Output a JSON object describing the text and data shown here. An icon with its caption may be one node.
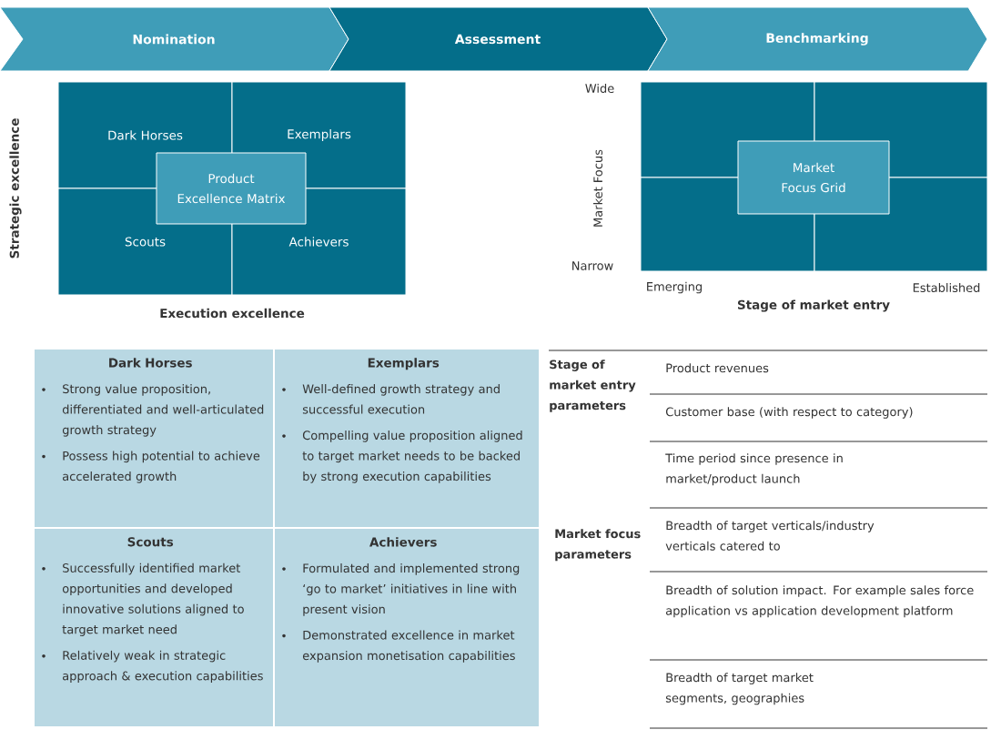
{
  "diagram": {
    "nodes": [
      {
        "text": [
          "Nomination"
        ]
      },
      {
        "text": [
          "Assessment"
        ]
      },
      {
        "text": [
          "Benchmarking"
        ]
      },
      {
        "text": [
          "Dark Horses"
        ]
      },
      {
        "text": [
          "Exemplars"
        ]
      },
      {
        "text": [
          "Scouts"
        ]
      },
      {
        "text": [
          "Achievers"
        ]
      },
      {
        "text": [
          "Product Excellence Matrix"
        ]
      },
      {
        "text": [],
        "shape": "box"
      },
      {
        "text": [],
        "shape": "box"
      },
      {
        "text": [],
        "shape": "box"
      },
      {
        "text": [],
        "shape": "box"
      },
      {
        "text": [
          "Market Focus Grid"
        ]
      },
      {
        "text": [
          "Dark Horses",
          "Strong value proposition, differentiated and well-articulated growth strategy",
          "Possess high potential to achieve accelerated growth"
        ]
      },
      {
        "text": [
          "Exemplars",
          "Well-defined growth strategy and successful execution",
          "Compelling value proposition aligned to target market needs to be backed by strong execution capabilities"
        ]
      },
      {
        "text": [
          "Scouts",
          "Successfully identified market opportunities and developed innovative solutions aligned to target market need",
          "Relatively weak in strategic approach & execution capabilities"
        ]
      },
      {
        "text": [
          "Achievers",
          "Formulated and implemented strong ‘go to market’ initiatives in line with present vision",
          "Demonstrated excellence in market expansion monetisation capabilities"
        ]
      }
    ],
    "labels": [
      "Strategic excellence",
      "Execution excellence",
      "Wide",
      "Market Focus",
      "Narrow",
      "Emerging",
      "Established",
      "Stage of market entry",
      "Stage of market entry parameters",
      "Product revenues",
      "Customer base (with respect to category)",
      "Time period since presence in market/product launch",
      "Market focus parameters",
      "Breadth of target verticals/industry verticals catered to",
      "Breadth of solution impact. For example sales force application vs application development platform",
      "Breadth of target market segments, geographies"
    ]
  }
}
